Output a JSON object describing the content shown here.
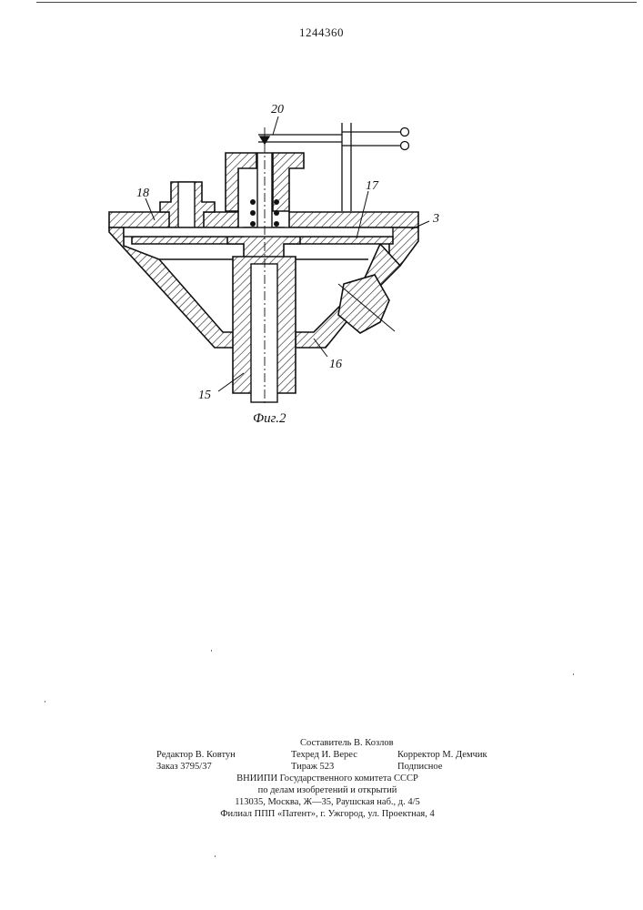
{
  "header": {
    "patent_number": "1244360"
  },
  "figure": {
    "caption": "Фиг.2",
    "labels": {
      "l20": "20",
      "l18": "18",
      "l17": "17",
      "l3": "3",
      "l16": "16",
      "l15": "15"
    }
  },
  "imprint": {
    "compiler": "Составитель В. Козлов",
    "editor": "Редактор В. Ковтун",
    "techred": "Техред И. Верес",
    "corrector": "Корректор М. Демчик",
    "order": "Заказ 3795/37",
    "circulation": "Тираж 523",
    "subscription": "Подписное",
    "org_line1": "ВНИИПИ  Государственного  комитета  СССР",
    "org_line2": "по  делам  изобретений  и  открытий",
    "org_address": "113035,  Москва,  Ж—35,  Раушская  наб.,  д.  4/5",
    "branch": "Филиал  ППП  «Патент»,  г.  Ужгород,  ул.  Проектная,  4"
  }
}
